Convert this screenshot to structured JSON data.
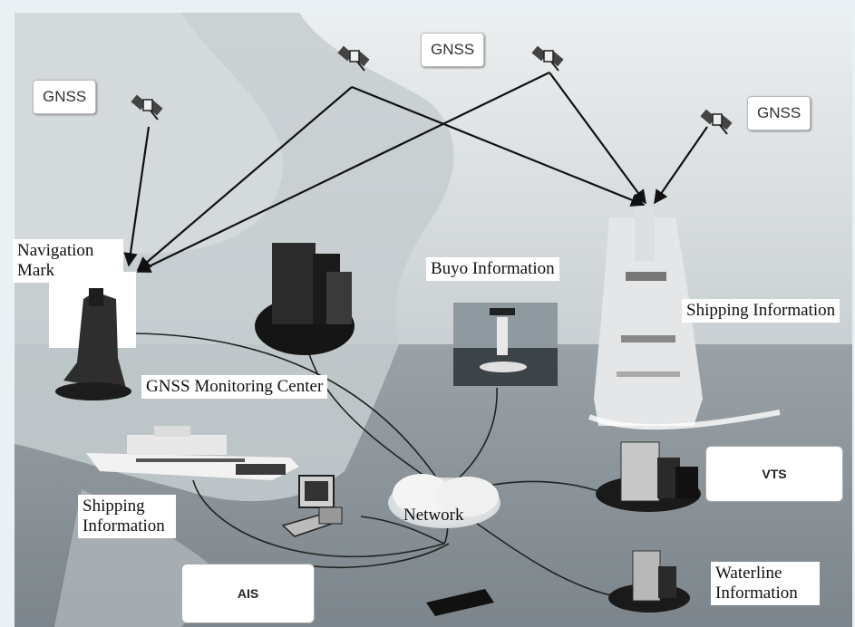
{
  "gnss_labels": [
    "GNSS",
    "GNSS",
    "GNSS"
  ],
  "labels": {
    "navigation_mark": "Navigation Mark",
    "gnss_monitoring_center": "GNSS Monitoring Center",
    "buyo_information": "Buyo Information",
    "shipping_information_right": "Shipping Information",
    "shipping_information_left": "Shipping Information",
    "network": "Network",
    "vts": "VTS",
    "ais": "AIS",
    "waterline_information": "Waterline Information"
  },
  "colors": {
    "sky": "#e6ecee",
    "sea": "#8d959b",
    "land": "#c3c9cd",
    "line": "#1a1a1a"
  }
}
